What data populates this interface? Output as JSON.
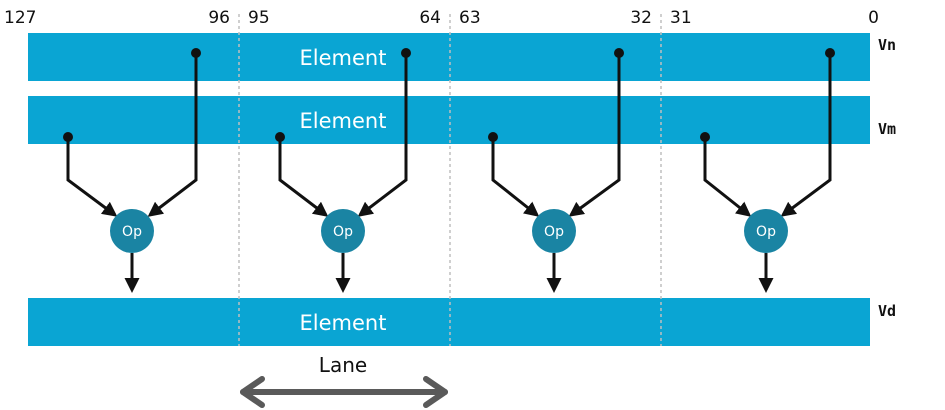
{
  "colors": {
    "register_fill": "#0aa5d3",
    "op_circle_fill": "#1a84a3",
    "arrow": "#111111",
    "lane_arrow": "#5a5a5a",
    "divider": "#bfbfbf"
  },
  "bit_labels": [
    "127",
    "96",
    "95",
    "64",
    "63",
    "32",
    "31",
    "0"
  ],
  "registers": {
    "vn": {
      "name": "Vn",
      "element_label": "Element"
    },
    "vm": {
      "name": "Vm",
      "element_label": "Element"
    },
    "vd": {
      "name": "Vd",
      "element_label": "Element"
    }
  },
  "ops": [
    "Op",
    "Op",
    "Op",
    "Op"
  ],
  "lane_label": "Lane"
}
